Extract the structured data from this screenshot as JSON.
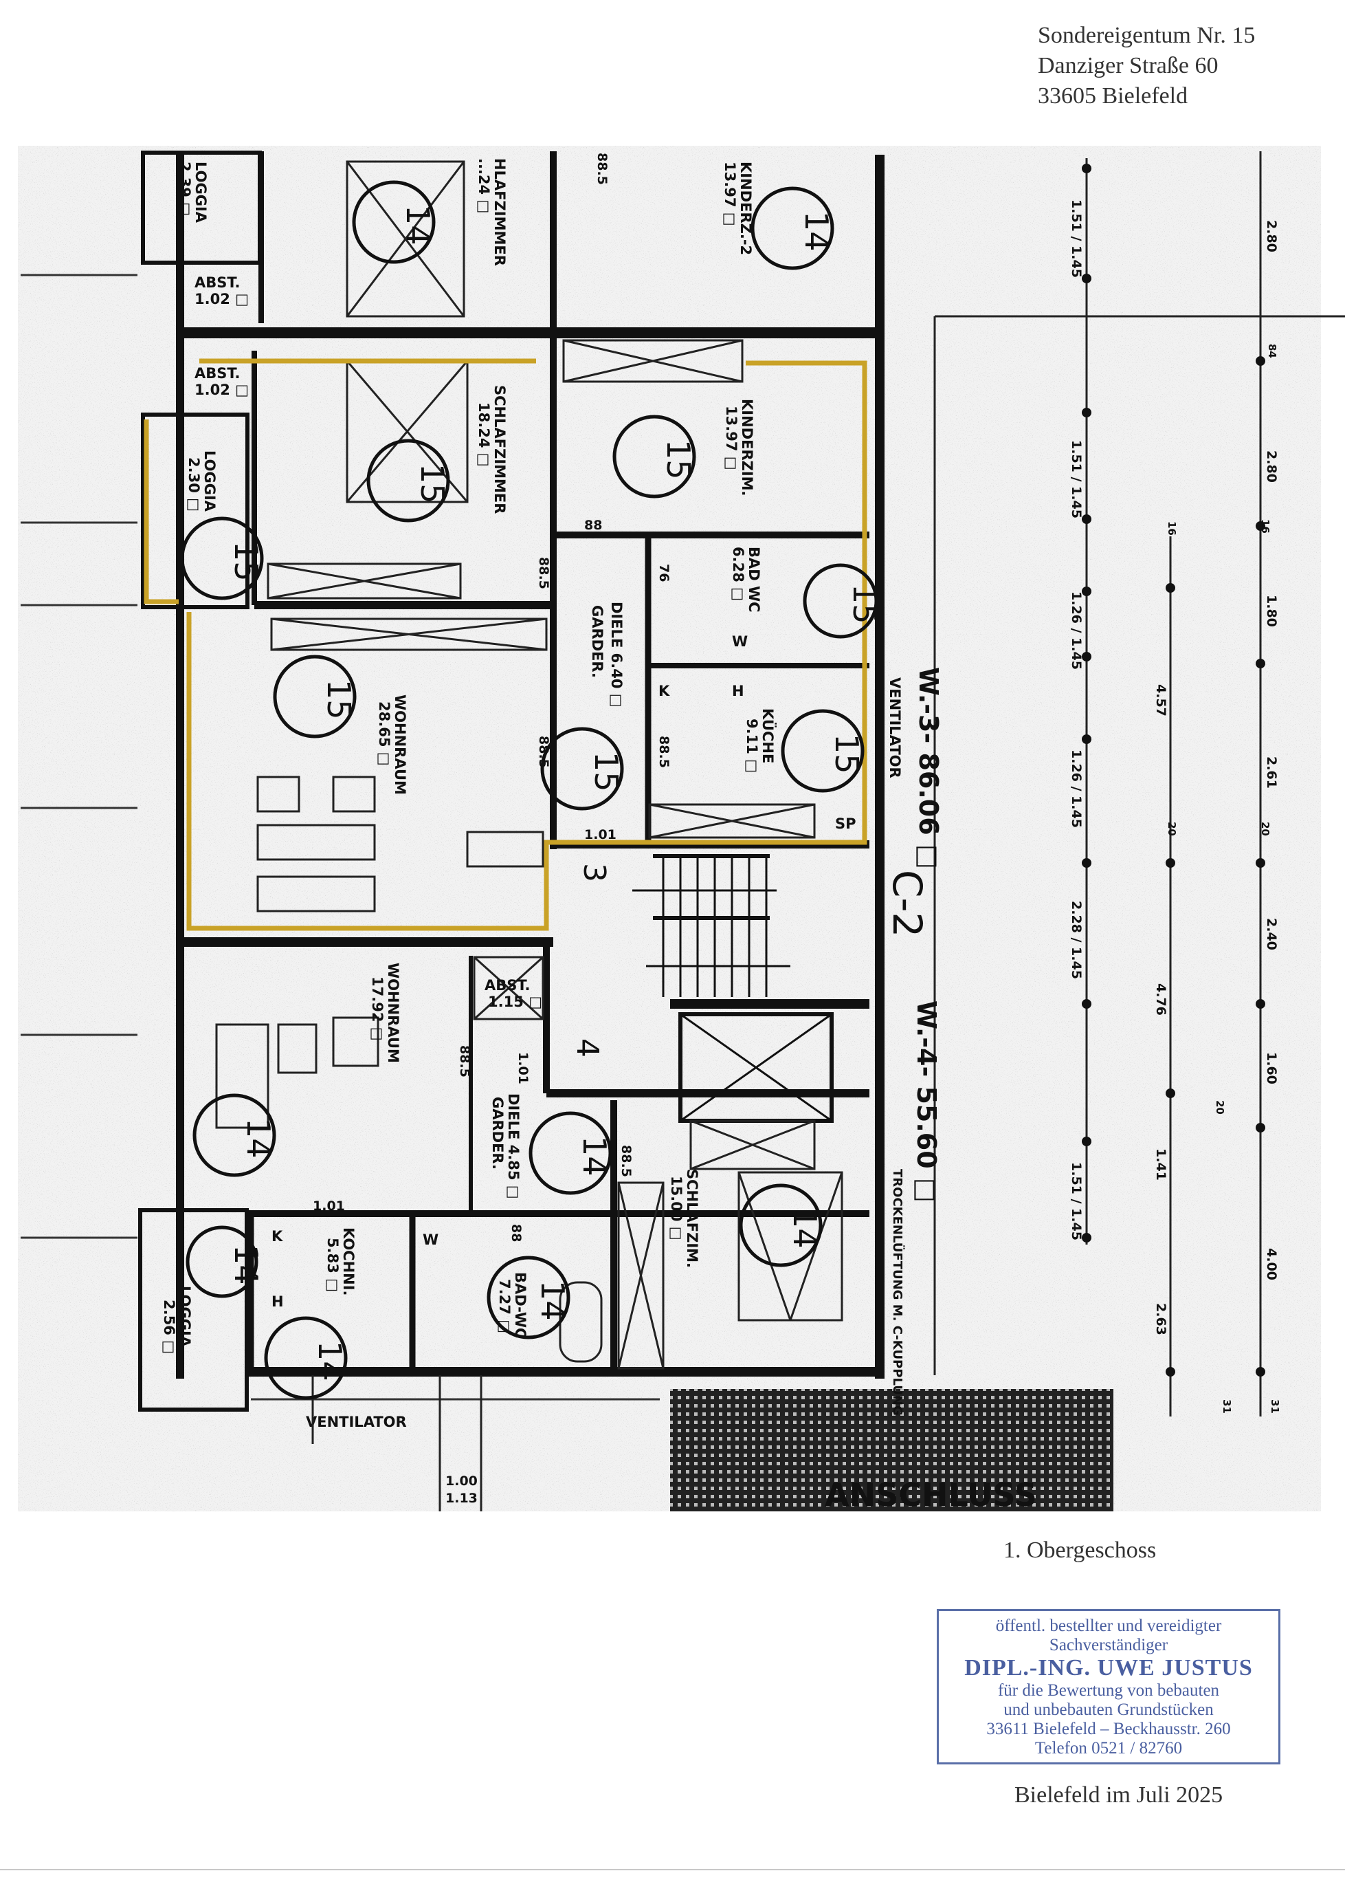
{
  "header": {
    "address_lines": [
      "Sondereigentum Nr. 15",
      "Danziger Straße 60",
      "33605 Bielefeld"
    ]
  },
  "plan": {
    "unit_15": {
      "rooms": [
        {
          "name": "LOGGIA",
          "area": "2.30 □"
        },
        {
          "name": "ABST.",
          "area": "1.02 □"
        },
        {
          "name": "SCHLAFZIMMER",
          "area": "18.24 □"
        },
        {
          "name": "KINDERZIM.",
          "area": "13.97 □"
        },
        {
          "name": "BAD WC",
          "area": "6.28 □"
        },
        {
          "name": "DIELE 6.40 □",
          "area": "GARDER."
        },
        {
          "name": "KÜCHE",
          "area": "9.11 □"
        },
        {
          "name": "WOHNRAUM",
          "area": "28.65 □"
        }
      ],
      "marker": "15"
    },
    "unit_14": {
      "rooms": [
        {
          "name": "WOHNRAUM",
          "area": "17.92 □"
        },
        {
          "name": "ABST.",
          "area": "1.15 □"
        },
        {
          "name": "DIELE 4.85 □",
          "area": "GARDER."
        },
        {
          "name": "KOCHNI.",
          "area": "5.83 □"
        },
        {
          "name": "BAD-WC",
          "area": "7.27 □"
        },
        {
          "name": "SCHLAFZIM.",
          "area": "15.00 □"
        },
        {
          "name": "LOGGIA",
          "area": "2.56 □"
        }
      ],
      "marker": "14"
    },
    "upper_neighbour": {
      "rooms": [
        {
          "name": "LOGGIA",
          "area": "2.39 □"
        },
        {
          "name": "ABST.",
          "area": "1.02 □"
        },
        {
          "name": "HLAFZIMMER",
          "area": "...24 □"
        },
        {
          "name": "KINDERZ.-2",
          "area": "13.97 □"
        }
      ]
    },
    "door_widths": [
      "88.5",
      "88.5",
      "88.5",
      "88.5",
      "88",
      "76",
      "88.5",
      "88.5",
      "88",
      "1.01",
      "1.01",
      "1.01"
    ],
    "fixtures": [
      "W",
      "K",
      "H",
      "SP",
      "W",
      "K",
      "H"
    ],
    "stair_numbers": [
      "3",
      "4"
    ],
    "core_label": "C-2",
    "unit_3_area": "W.-3- 86.06 □",
    "unit_4_area": "W.-4- 55.60 □",
    "ventilator_1": "VENTILATOR",
    "ventilator_2": "VENTILATOR",
    "drying": "TROCKENLÜFTUNG M. C-KUPPLUNG",
    "connection": "ANSCHLUSS",
    "bottom_dims": [
      "1.00",
      "1.13"
    ],
    "dims_col1": [
      "1.51 / 1.45",
      "1.51 / 1.45",
      "1.26 / 1.45",
      "1.26 / 1.45",
      "2.28 / 1.45",
      "1.51 / 1.45"
    ],
    "dims_col2": [
      "4.57",
      "4.76",
      "1.41",
      "2.63"
    ],
    "dims_col3": [
      "2.80",
      "2.80",
      "1.80",
      "2.61",
      "2.40",
      "1.60",
      "4.00"
    ],
    "dims_small": [
      "16",
      "20",
      "20",
      "20",
      "16",
      "31",
      "31",
      "84"
    ]
  },
  "footer": {
    "floor": "1. Obergeschoss",
    "stamp_lines": [
      "öffentl. bestellter und vereidigter",
      "Sachverständiger",
      "DIPL.-ING. UWE JUSTUS",
      "für die Bewertung von bebauten",
      "und unbebauten Grundstücken",
      "33611 Bielefeld – Beckhausstr. 260",
      "Telefon 0521 / 82760"
    ],
    "place_date": "Bielefeld im Juli 2025"
  },
  "colors": {
    "highlight": "#c9a227",
    "stamp": "#4a5fa0",
    "wall": "#111111"
  }
}
